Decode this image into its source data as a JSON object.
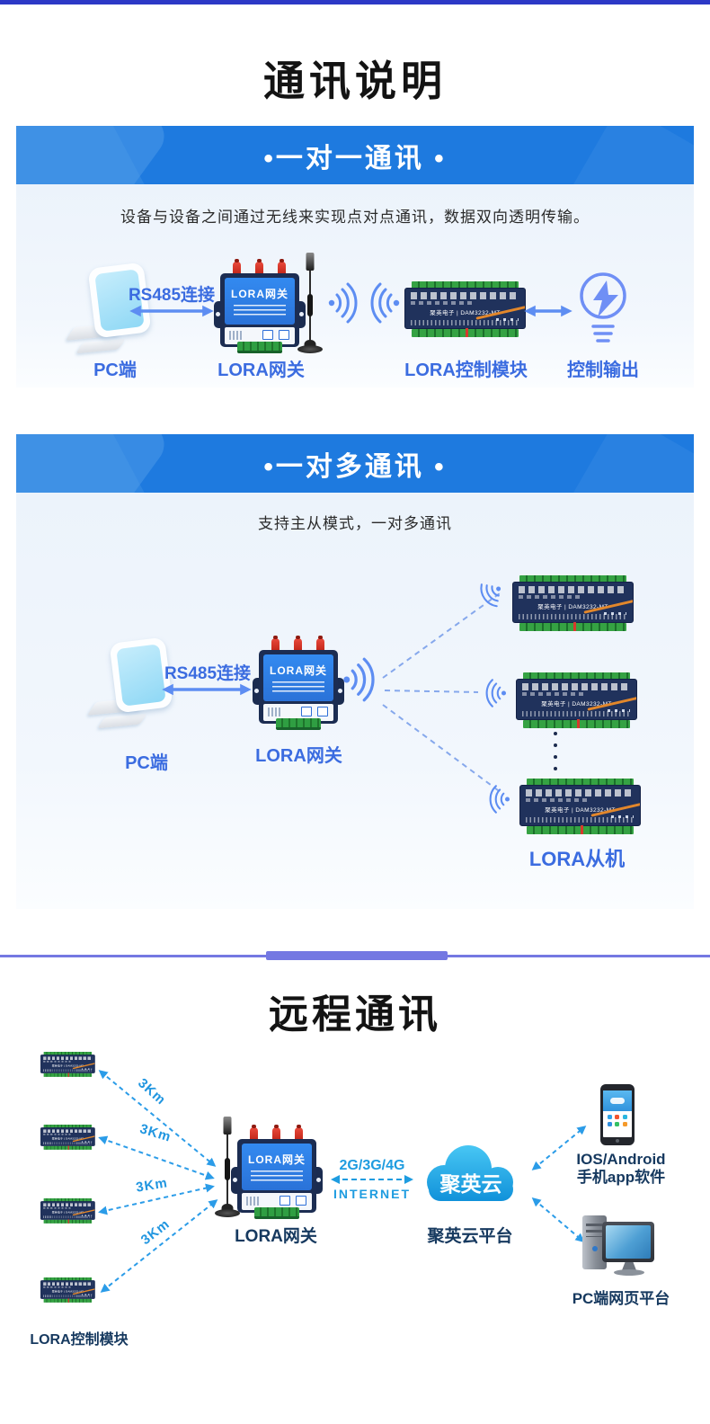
{
  "page": {
    "title": "通讯说明",
    "remote_title": "远程通讯"
  },
  "one_to_one": {
    "header": "•一对一通讯 •",
    "description": "设备与设备之间通过无线来实现点对点通讯，数据双向透明传输。",
    "rs485_label": "RS485连接",
    "pc_label": "PC端",
    "gateway_label": "LORA网关",
    "module_label": "LORA控制模块",
    "output_label": "控制输出"
  },
  "one_to_many": {
    "header": "•一对多通讯 •",
    "description": "支持主从模式，一对多通讯",
    "rs485_label": "RS485连接",
    "pc_label": "PC端",
    "gateway_label": "LORA网关",
    "slave_label": "LORA从机"
  },
  "remote": {
    "gateway_label": "LORA网关",
    "link_top": "2G/3G/4G",
    "link_bottom": "INTERNET",
    "cloud_text": "聚英云",
    "cloud_label": "聚英云平台",
    "app_label_line1": "IOS/Android",
    "app_label_line2": "手机app软件",
    "web_label": "PC端网页平台",
    "modules_label": "LORA控制模块",
    "distance_label": "3Km"
  },
  "devices": {
    "gateway_panel_title": "LORA网关",
    "module_line": "聚英电子 | DAM3232-MT"
  },
  "colors": {
    "top_bar": "#2c38c6",
    "section_header_blue": "#1e7adf",
    "diagram_label_blue": "#3b6ce0",
    "remote_label_navy": "#16395f",
    "link_text_cyan": "#1e9ce0",
    "dashed_arrow_blue": "#2b9ce8",
    "solid_arrow_blue": "#5d8df2",
    "divider_violet": "#7478e2"
  }
}
